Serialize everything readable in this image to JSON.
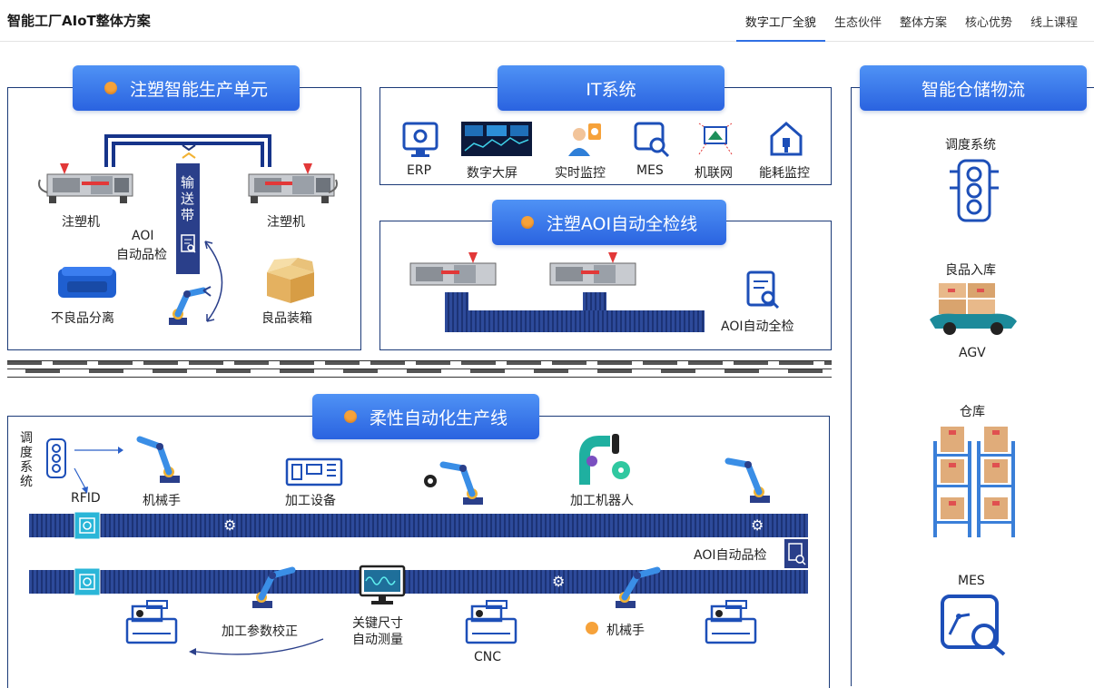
{
  "header": {
    "brand": "智能工厂AIoT整体方案",
    "nav": [
      "数字工厂全貌",
      "生态伙伴",
      "整体方案",
      "核心优势",
      "线上课程"
    ]
  },
  "injection_cell": {
    "title": "注塑智能生产单元",
    "machine_left": "注塑机",
    "machine_right": "注塑机",
    "conveyor_chars": [
      "输",
      "送",
      "带"
    ],
    "aoi_line1": "AOI",
    "aoi_line2": "自动品检",
    "reject": "不良品分离",
    "packing": "良品装箱"
  },
  "it_system": {
    "title": "IT系统",
    "items": [
      "ERP",
      "数字大屏",
      "实时监控",
      "MES",
      "机联网",
      "能耗监控"
    ]
  },
  "aoi_line": {
    "title": "注塑AOI自动全检线",
    "label": "AOI自动全检"
  },
  "warehouse": {
    "title": "智能仓储物流",
    "dispatch": "调度系统",
    "inbound": "良品入库",
    "agv": "AGV",
    "storage": "仓库",
    "mes": "MES"
  },
  "flex_line": {
    "title": "柔性自动化生产线",
    "dispatch_chars": [
      "调",
      "度",
      "系",
      "统"
    ],
    "rfid": "RFID",
    "arm": "机械手",
    "equipment": "加工设备",
    "robot": "加工机器人",
    "aoi_check": "AOI自动品检",
    "param_calib": "加工参数校正",
    "measure_line1": "关键尺寸",
    "measure_line2": "自动测量",
    "cnc": "CNC",
    "arm2": "机械手"
  },
  "colors": {
    "accent": "#2f6fe4",
    "navy": "#1b3a78",
    "dot": "#f6a23a"
  }
}
